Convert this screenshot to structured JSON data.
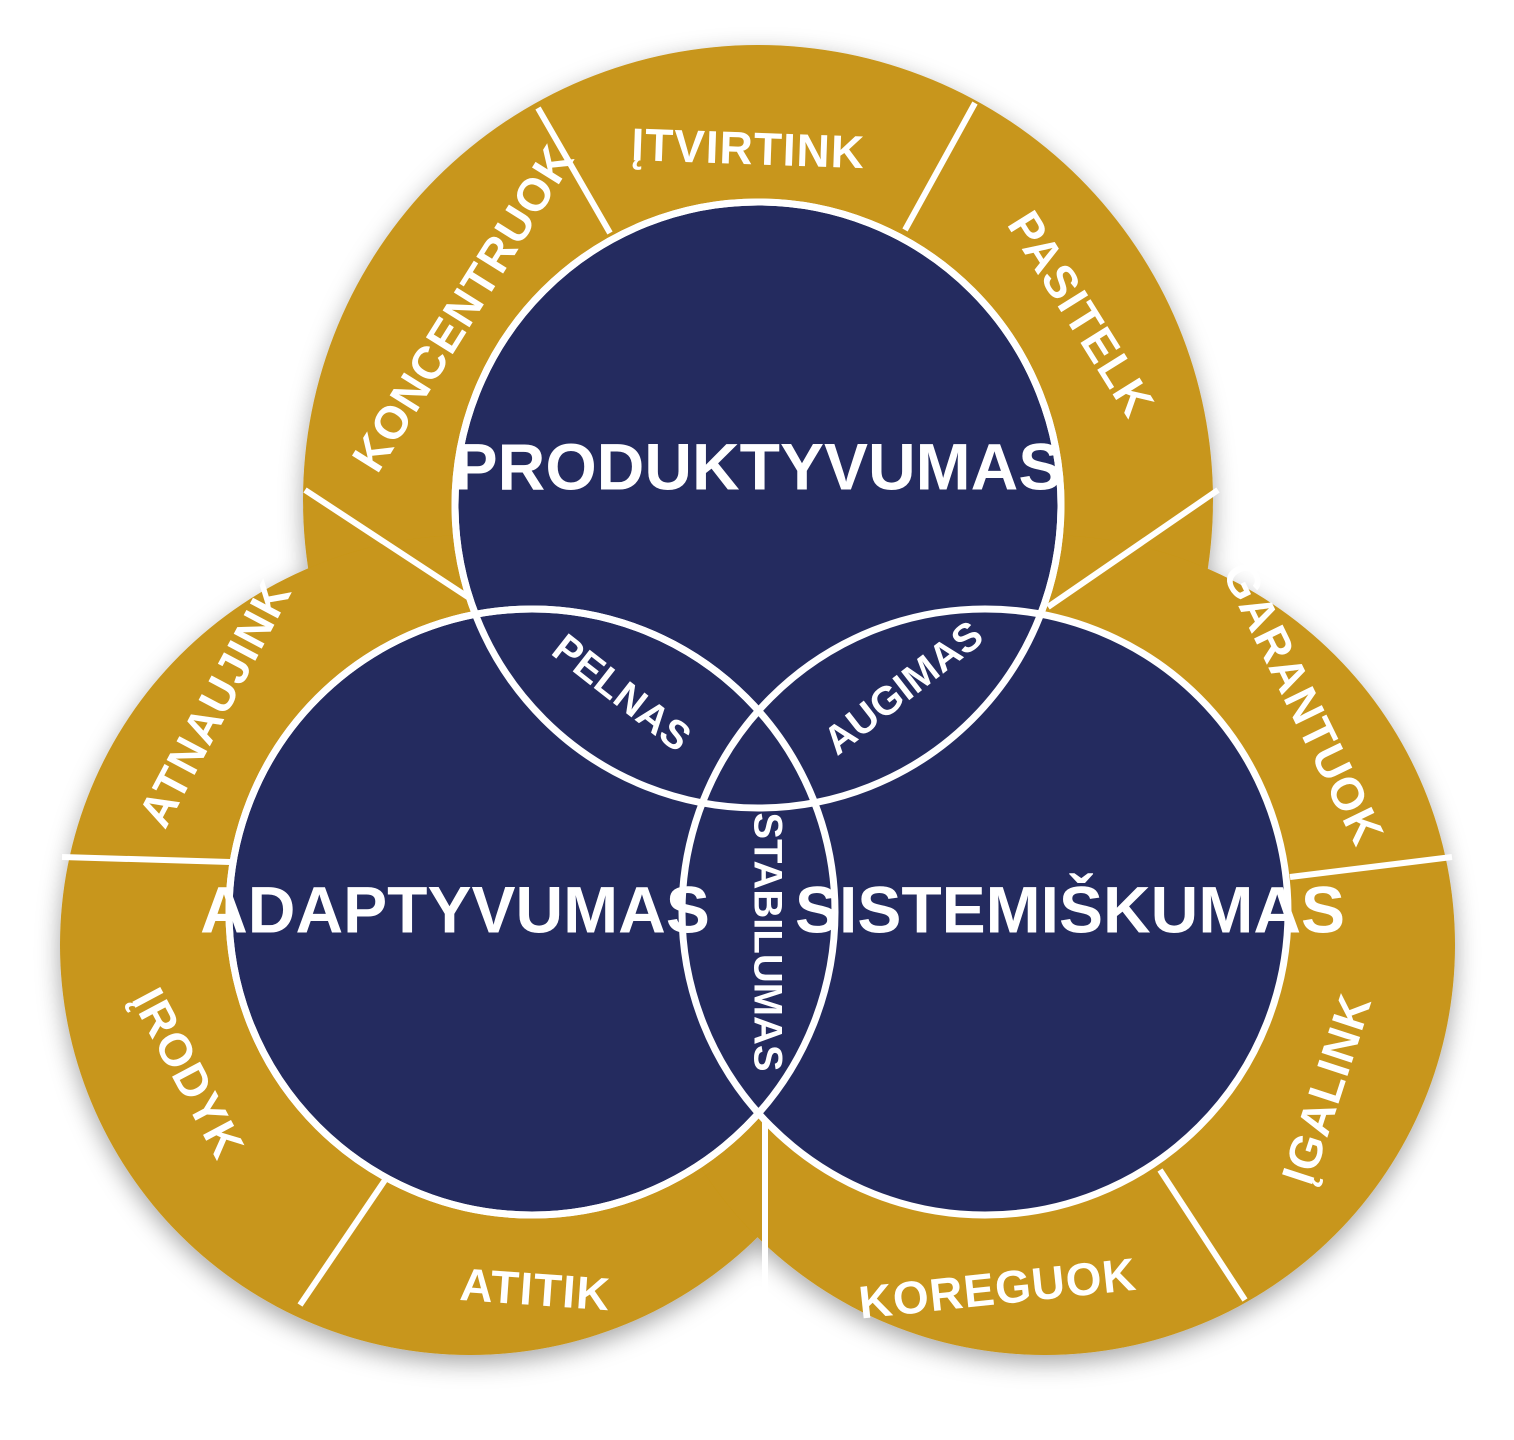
{
  "colors": {
    "gold": "#C8961A",
    "navy": "#242B5F",
    "outline": "#FFFFFF"
  },
  "outer_ring": {
    "segments": [
      "ĮTVIRTINK",
      "PASITELK",
      "GARANTUOK",
      "ĮGALINK",
      "KOREGUOK",
      "ATITIK",
      "ĮRODYK",
      "ATNAUJINK",
      "KONCENTRUOK"
    ]
  },
  "circles": {
    "top": "PRODUKTYVUMAS",
    "left": "ADAPTYVUMAS",
    "right": "SISTEMIŠKUMAS"
  },
  "overlaps": {
    "top_left": "PELNAS",
    "top_right": "AUGIMAS",
    "left_right": "STABILUMAS"
  }
}
